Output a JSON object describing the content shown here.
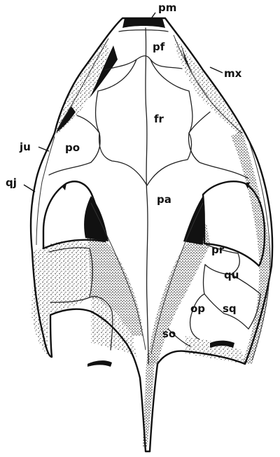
{
  "labels": {
    "pm": "pm",
    "pf": "pf",
    "mx": "mx",
    "fr": "fr",
    "ju": "ju",
    "po": "po",
    "qj": "qj",
    "pa": "pa",
    "pr": "pr",
    "qu": "qu",
    "op": "op",
    "sq": "sq",
    "so": "so"
  },
  "stipple_texture": "dotted",
  "ink_color": "#111111",
  "paper_color": "#ffffff"
}
